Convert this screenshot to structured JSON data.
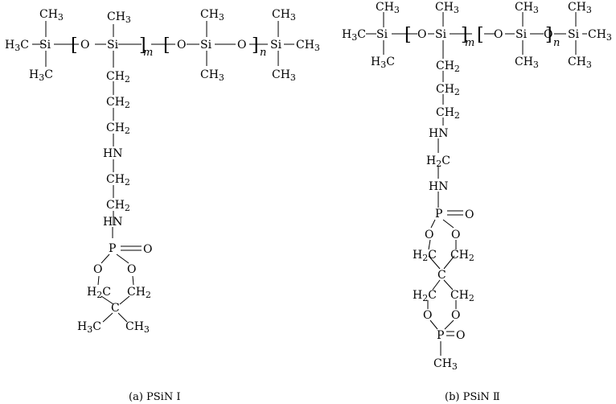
{
  "figure": {
    "captions": {
      "a": "(a)  PSiN  Ⅰ",
      "b": "(b)  PSiN  Ⅱ"
    },
    "labels": {
      "si": "Si",
      "o": "O",
      "c": "C",
      "p": "P",
      "hn": "HN",
      "h": "H",
      "ch": "CH",
      "sub2": "2",
      "sub3": "3",
      "m": "m",
      "n": "n"
    }
  }
}
